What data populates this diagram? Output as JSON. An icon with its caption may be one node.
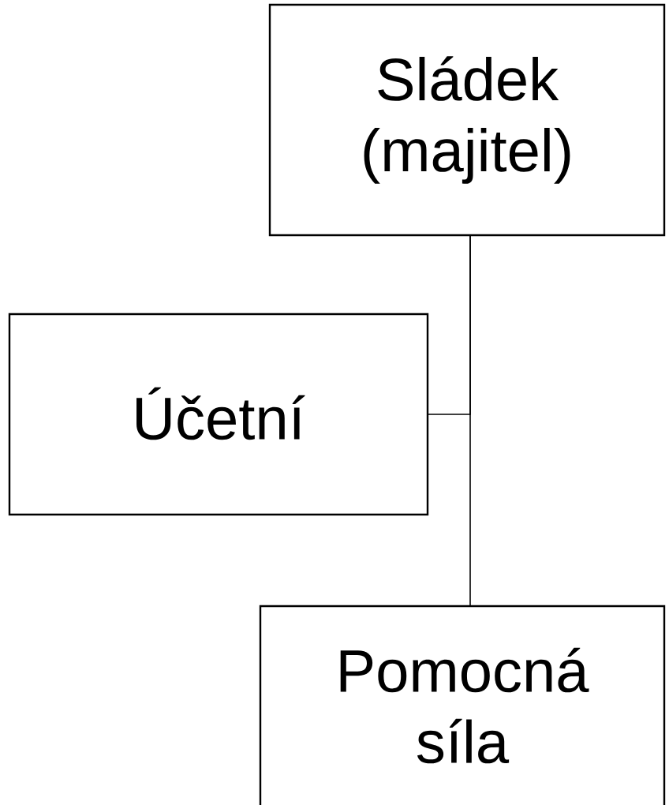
{
  "diagram": {
    "nodes": [
      {
        "text": [
          "Sládek (majitel)"
        ]
      },
      {
        "text": [
          "Účetní"
        ]
      },
      {
        "text": [
          "Pomocná síla"
        ]
      }
    ],
    "edges": [
      {
        "from": 0,
        "to": 1,
        "arrow": "none"
      },
      {
        "from": 0,
        "to": 2,
        "arrow": "none"
      }
    ]
  }
}
